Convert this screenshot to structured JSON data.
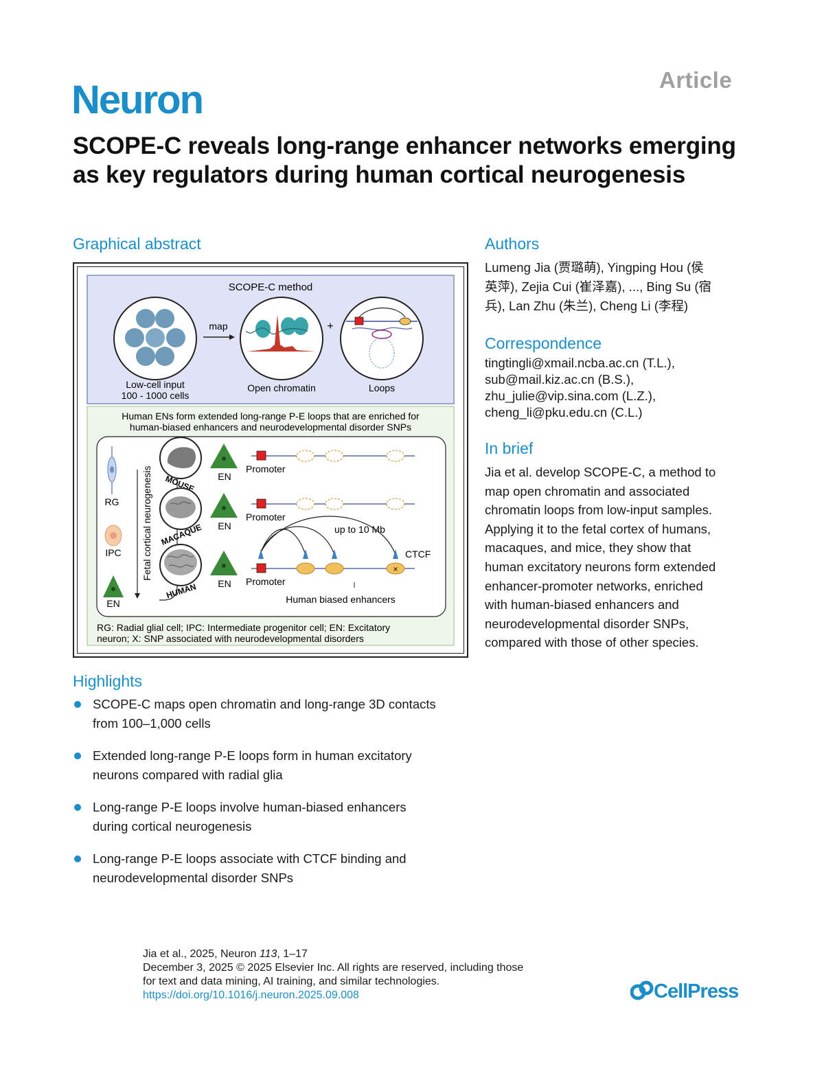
{
  "header": {
    "article_tag": "Article",
    "journal": "Neuron"
  },
  "title": "SCOPE-C reveals long-range enhancer networks emerging as key regulators during human cortical neurogenesis",
  "graphical_abstract": {
    "heading": "Graphical abstract",
    "method_title": "SCOPE-C method",
    "map_label": "map",
    "plus": "+",
    "input_label_1": "Low-cell input",
    "input_label_2": "100 - 1000 cells",
    "open_chromatin_label": "Open chromatin",
    "loops_label": "Loops",
    "summary_line_1": "Human ENs form extended long-range P-E loops that are enriched for",
    "summary_line_2": "human-biased enhancers and neurodevelopmental disorder SNPs",
    "cell_rg": "RG",
    "cell_ipc": "IPC",
    "cell_en": "EN",
    "axis_label": "Fetal cortical neurogenesis",
    "species": [
      "MOUSE",
      "MACAQUE",
      "HUMAN"
    ],
    "en_label": "EN",
    "promoter_label": "Promoter",
    "distance_label": "up to 10 Mb",
    "ctcf_label": "CTCF",
    "enhancers_label": "Human biased enhancers",
    "legend_line_1": "RG: Radial glial cell; IPC: Intermediate progenitor cell; EN: Excitatory",
    "legend_line_2": "neuron; X: SNP associated with neurodevelopmental disorders",
    "colors": {
      "method_bg": "#dfe3f5",
      "method_border": "#7f8ec4",
      "bottom_bg": "#eef5ea",
      "promoter": "#e02020",
      "enhancer": "#f2c15c",
      "ctcf": "#3f7fc6",
      "neuron": "#3a8a3a"
    }
  },
  "authors": {
    "heading": "Authors",
    "lines": [
      "Lumeng Jia (贾璐萌), Yingping Hou (侯",
      "英萍), Zejia Cui (崔泽嘉), ..., Bing Su (宿",
      "兵), Lan Zhu (朱兰), Cheng Li (李程)"
    ]
  },
  "correspondence": {
    "heading": "Correspondence",
    "lines": [
      "tingtingli@xmail.ncba.ac.cn (T.L.),",
      "sub@mail.kiz.ac.cn (B.S.),",
      "zhu_julie@vip.sina.com (L.Z.),",
      "cheng_li@pku.edu.cn (C.L.)"
    ]
  },
  "in_brief": {
    "heading": "In brief",
    "lines": [
      "Jia et al. develop SCOPE-C, a method to",
      "map open chromatin and associated",
      "chromatin loops from low-input samples.",
      "Applying it to the fetal cortex of humans,",
      "macaques, and mice, they show that",
      "human excitatory neurons form extended",
      "enhancer-promoter networks, enriched",
      "with human-biased enhancers and",
      "neurodevelopmental disorder SNPs,",
      "compared with those of other species."
    ]
  },
  "highlights": {
    "heading": "Highlights",
    "items": [
      {
        "line1": "SCOPE-C maps open chromatin and long-range 3D contacts",
        "line2": "from 100–1,000 cells"
      },
      {
        "line1": "Extended long-range P-E loops form in human excitatory",
        "line2": "neurons compared with radial glia"
      },
      {
        "line1": "Long-range P-E loops involve human-biased enhancers",
        "line2": "during cortical neurogenesis"
      },
      {
        "line1": "Long-range P-E loops associate with CTCF binding and",
        "line2": "neurodevelopmental disorder SNPs"
      }
    ]
  },
  "footer": {
    "citation_prefix": "Jia et al., 2025, Neuron ",
    "volume": "113",
    "pages": ", 1–17",
    "line2": "December 3, 2025 © 2025 Elsevier Inc. All rights are reserved, including those",
    "line3": "for text and data mining, AI training, and similar technologies.",
    "doi": "https://doi.org/10.1016/j.neuron.2025.09.008"
  },
  "publisher": {
    "name": "CellPress",
    "logo_icon": "cellpress-logo-icon"
  }
}
